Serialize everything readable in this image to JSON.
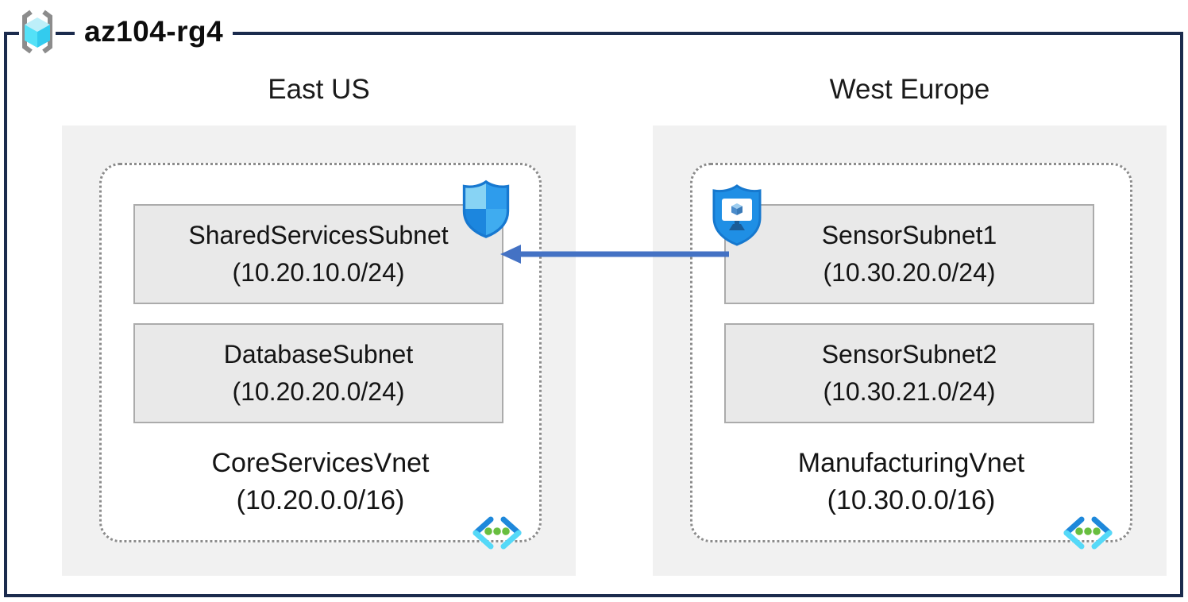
{
  "title_bar": {
    "resource_group_label": "az104-rg4",
    "icon": "resource-group-icon"
  },
  "regions": [
    {
      "name": "East US",
      "vnet": {
        "name": "CoreServicesVnet",
        "cidr": "(10.20.0.0/16)",
        "icon": "virtual-network-icon"
      },
      "subnets": [
        {
          "name": "SharedServicesSubnet",
          "cidr": "(10.20.10.0/24)",
          "badge_icon": "network-security-group-shield-icon"
        },
        {
          "name": "DatabaseSubnet",
          "cidr": "(10.20.20.0/24)",
          "badge_icon": null
        }
      ]
    },
    {
      "name": "West Europe",
      "vnet": {
        "name": "ManufacturingVnet",
        "cidr": "(10.30.0.0/16)",
        "icon": "virtual-network-icon"
      },
      "subnets": [
        {
          "name": "SensorSubnet1",
          "cidr": "(10.30.20.0/24)",
          "badge_icon": "application-security-group-shield-icon"
        },
        {
          "name": "SensorSubnet2",
          "cidr": "(10.30.21.0/24)",
          "badge_icon": null
        }
      ]
    }
  ],
  "connection": {
    "from": "SensorSubnet1",
    "to": "SharedServicesSubnet",
    "direction": "right-to-left",
    "style": "solid-arrow",
    "color": "#4472C4"
  },
  "colors": {
    "frame_border": "#1B2B4D",
    "region_fill": "#F1F1F1",
    "subnet_fill": "#E9E9E9",
    "subnet_border": "#ABABAB",
    "vnet_dotted_border": "#8C8C8C",
    "arrow": "#4472C4",
    "azure_shield_blue": "#1E8FE5",
    "azure_cyan": "#50E6FF",
    "vnet_dot_green": "#68BE3F",
    "bracket_gray": "#8C8C8C"
  }
}
